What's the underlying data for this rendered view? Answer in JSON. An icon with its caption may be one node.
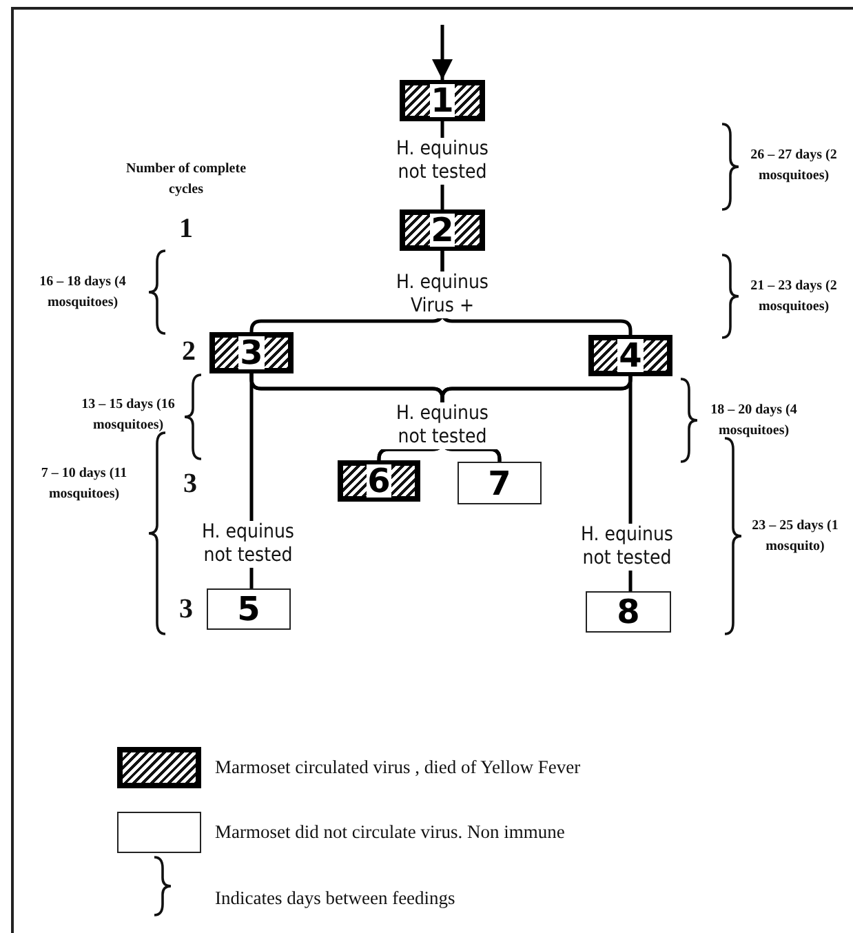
{
  "diagram": {
    "nodes": [
      {
        "text": [
          "1"
        ]
      },
      {
        "text": [
          "2"
        ]
      },
      {
        "text": [
          "3"
        ]
      },
      {
        "text": [
          "4"
        ]
      },
      {
        "text": [
          "6"
        ]
      },
      {
        "text": [
          "7"
        ]
      },
      {
        "text": [
          "5"
        ]
      },
      {
        "text": [
          "8"
        ]
      }
    ],
    "edges": [
      {
        "from": null,
        "to": 0,
        "arrow": "to"
      },
      {
        "from": 0,
        "to": 1,
        "arrow": "none",
        "label": "H. equinus not tested"
      },
      {
        "from": 1,
        "to": 2,
        "arrow": "none",
        "label": "H. equinus Virus +"
      },
      {
        "from": 1,
        "to": 3,
        "arrow": "none"
      },
      {
        "from": 2,
        "to": 4,
        "arrow": "none",
        "label": "H. equinus not tested"
      },
      {
        "from": 2,
        "to": 5,
        "arrow": "none"
      },
      {
        "from": 3,
        "to": 4,
        "arrow": "none"
      },
      {
        "from": 3,
        "to": 5,
        "arrow": "none"
      },
      {
        "from": 2,
        "to": 6,
        "arrow": "none",
        "label": "H. equinus not tested"
      },
      {
        "from": 3,
        "to": 7,
        "arrow": "none",
        "label": "H. equinus not tested"
      }
    ],
    "labels": [
      "26 – 27 days (2 mosquitoes)",
      "Number of complete cycles",
      "1",
      "16 – 18 days (4 mosquitoes)",
      "21 – 23 days (2 mosquitoes)",
      "2",
      "13 – 15 days (16 mosquitoes)",
      "18 – 20 days (4 mosquitoes)",
      "7 – 10 days (11 mosquitoes)",
      "3",
      "23 – 25 days (1 mosquito)",
      "3"
    ],
    "legend": [
      {
        "text": "Marmoset circulated virus , died of Yellow Fever"
      },
      {
        "text": "Marmoset did not circulate virus. Non immune"
      },
      {
        "text": "Indicates days between feedings"
      }
    ]
  }
}
